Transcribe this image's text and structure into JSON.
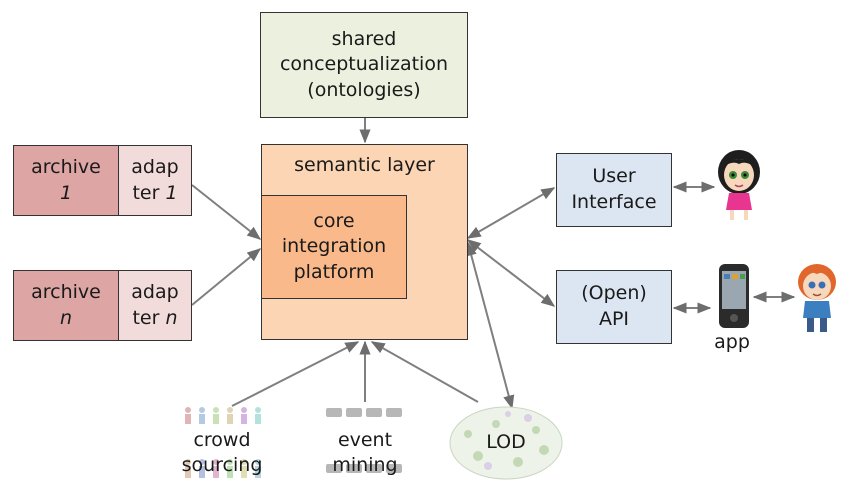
{
  "ontology": {
    "line1": "shared",
    "line2": "conceptualization",
    "line3": "(ontologies)"
  },
  "semantic_layer": {
    "label": "semantic layer"
  },
  "core": {
    "line1": "core",
    "line2": "integration",
    "line3": "platform"
  },
  "archive_1": {
    "line1": "archive",
    "line2": "1"
  },
  "adapter_1": {
    "line1": "adap",
    "line2": "ter",
    "line2_suffix": "1"
  },
  "archive_n": {
    "line1": "archive",
    "line2": "n"
  },
  "adapter_n": {
    "line1": "adap",
    "line2": "ter",
    "line2_suffix": "n"
  },
  "user_interface": {
    "line1": "User",
    "line2": "Interface"
  },
  "api": {
    "line1": "(Open)",
    "line2": "API"
  },
  "app": {
    "label": "app"
  },
  "crowd": {
    "line1": "crowd",
    "line2": "sourcing"
  },
  "event": {
    "line1": "event",
    "line2": "mining"
  },
  "lod": {
    "label": "LOD"
  },
  "colors": {
    "ontology_fill": "#ebf1de",
    "semantic_fill": "#fcd5b4",
    "core_fill": "#f9b98a",
    "archive_fill": "#dea5a5",
    "adapter_fill": "#f2dcdb",
    "interface_fill": "#dce6f2",
    "arrow": "#7f7f7f"
  }
}
